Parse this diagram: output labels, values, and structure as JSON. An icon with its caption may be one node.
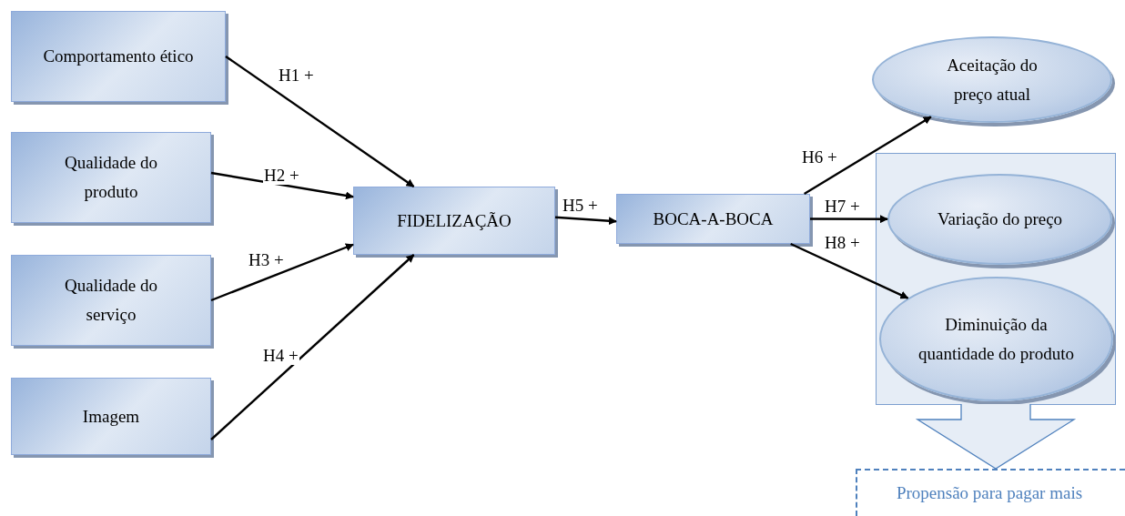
{
  "diagram": {
    "nodes": [
      {
        "text": [
          "Comportamento ético"
        ]
      },
      {
        "text": [
          "Qualidade do produto"
        ]
      },
      {
        "text": [
          "Qualidade do serviço"
        ]
      },
      {
        "text": [
          "Imagem"
        ]
      },
      {
        "text": [
          "FIDELIZAÇÃO"
        ]
      },
      {
        "text": [
          "BOCA-A-BOCA"
        ]
      },
      {
        "text": [
          "Aceitação do preço atual"
        ]
      },
      {
        "text": [],
        "shape": "box"
      },
      {
        "text": [
          "Variação do preço"
        ],
        "in": 7
      },
      {
        "text": [
          "Diminuição da quantidade do produto"
        ],
        "in": 7
      },
      {
        "text": [
          "Propensão para pagar mais"
        ]
      }
    ],
    "edges": [
      {
        "from": 0,
        "to": 4,
        "arrow": "to",
        "label": "H1 +"
      },
      {
        "from": 1,
        "to": 4,
        "arrow": "to",
        "label": "H2 +"
      },
      {
        "from": 2,
        "to": 4,
        "arrow": "to",
        "label": "H3 +"
      },
      {
        "from": 3,
        "to": 4,
        "arrow": "to",
        "label": "H4 +"
      },
      {
        "from": 4,
        "to": 5,
        "arrow": "to",
        "label": "H5 +"
      },
      {
        "from": 5,
        "to": 6,
        "arrow": "to",
        "label": "H6 +"
      },
      {
        "from": 5,
        "to": 8,
        "arrow": "to",
        "label": "H7 +"
      },
      {
        "from": 5,
        "to": 9,
        "arrow": "to",
        "label": "H8 +"
      },
      {
        "from": 7,
        "to": 10,
        "arrow": "to",
        "style": "thick",
        "color": "#4f81bd"
      }
    ]
  }
}
